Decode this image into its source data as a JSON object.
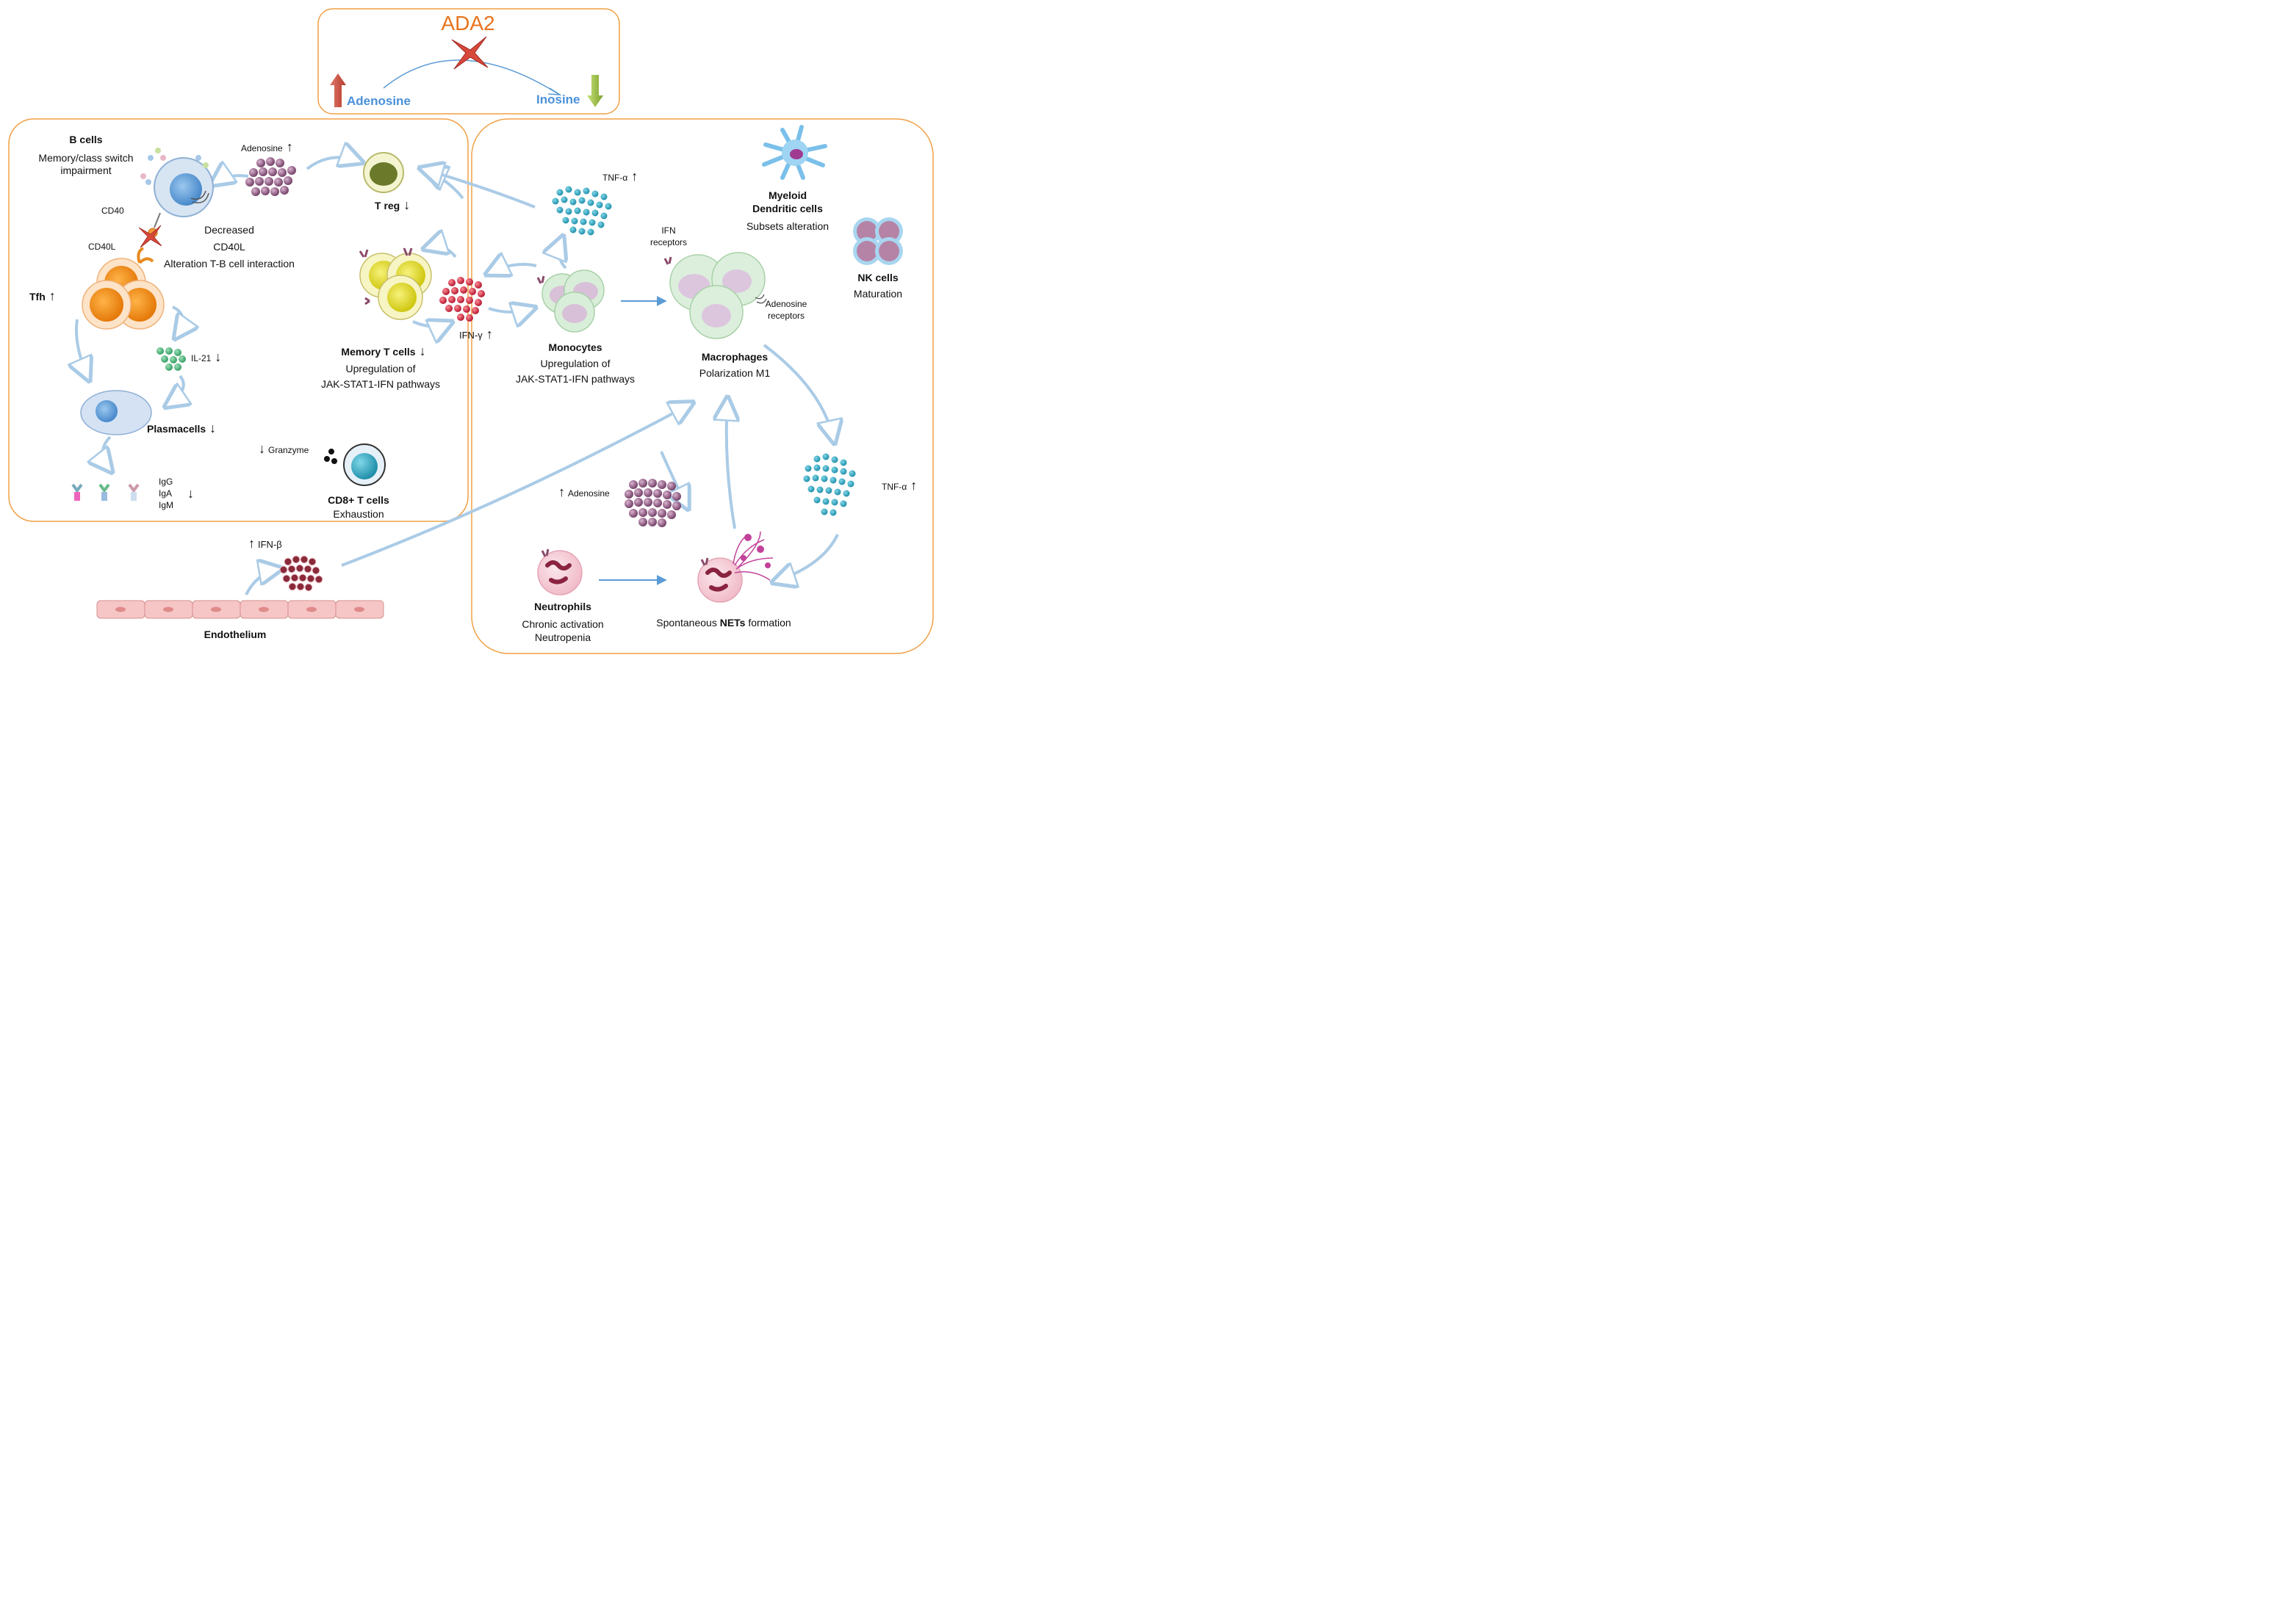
{
  "colors": {
    "panel_border": "#f0a045",
    "flow_arrow": "#aacbe6",
    "solid_arrow": "#5b9bd5",
    "ada_text": "#e8731c",
    "metabolite_text": "#4a90d9"
  },
  "header": {
    "enzyme": "ADA2",
    "substrate": "Adenosine",
    "product": "Inosine"
  },
  "left_panel": {
    "b_cells": {
      "title": "B cells",
      "line1": "Memory/class switch",
      "line2": "impairment"
    },
    "cd40": "CD40",
    "cd40l": "CD40L",
    "decreased": {
      "line1": "Decreased",
      "line2": "CD40L",
      "line3": "Alteration T-B cell interaction"
    },
    "adenosine": "Adenosine",
    "treg": "T reg",
    "tfh": "Tfh",
    "il21": "IL-21",
    "plasmacells": "Plasmacells",
    "immunoglobulins": [
      "IgG",
      "IgA",
      "IgM"
    ],
    "memory_t": {
      "title": "Memory T cells",
      "line1": "Upregulation of",
      "line2": "JAK-STAT1-IFN pathways"
    },
    "granzyme": "Granzyme",
    "cd8": {
      "title": "CD8+ T cells",
      "line1": "Exhaustion"
    }
  },
  "center": {
    "ifn_gamma": "IFN-γ",
    "ifn_beta": "IFN-β",
    "endothelium": "Endothelium"
  },
  "right_panel": {
    "tnf_top": "TNF-α",
    "tnf_right": "TNF-α",
    "monocytes": {
      "title": "Monocytes",
      "line1": "Upregulation of",
      "line2": "JAK-STAT1-IFN pathways"
    },
    "ifn_receptors": {
      "line1": "IFN",
      "line2": "receptors"
    },
    "adenosine_receptors": {
      "line1": "Adenosine",
      "line2": "receptors"
    },
    "macrophages": {
      "title": "Macrophages",
      "line1": "Polarization M1"
    },
    "myeloid": {
      "line1": "Myeloid",
      "line2": "Dendritic cells",
      "line3": "Subsets alteration"
    },
    "nk": {
      "title": "NK cells",
      "line1": "Maturation"
    },
    "adenosine": "Adenosine",
    "neutrophils": {
      "title": "Neutrophils",
      "line1": "Chronic activation",
      "line2": "Neutropenia"
    },
    "nets": {
      "prefix": "Spontaneous ",
      "bold": "NETs",
      "suffix": " formation"
    }
  },
  "indicators": {
    "up": "↑",
    "down": "↓"
  }
}
